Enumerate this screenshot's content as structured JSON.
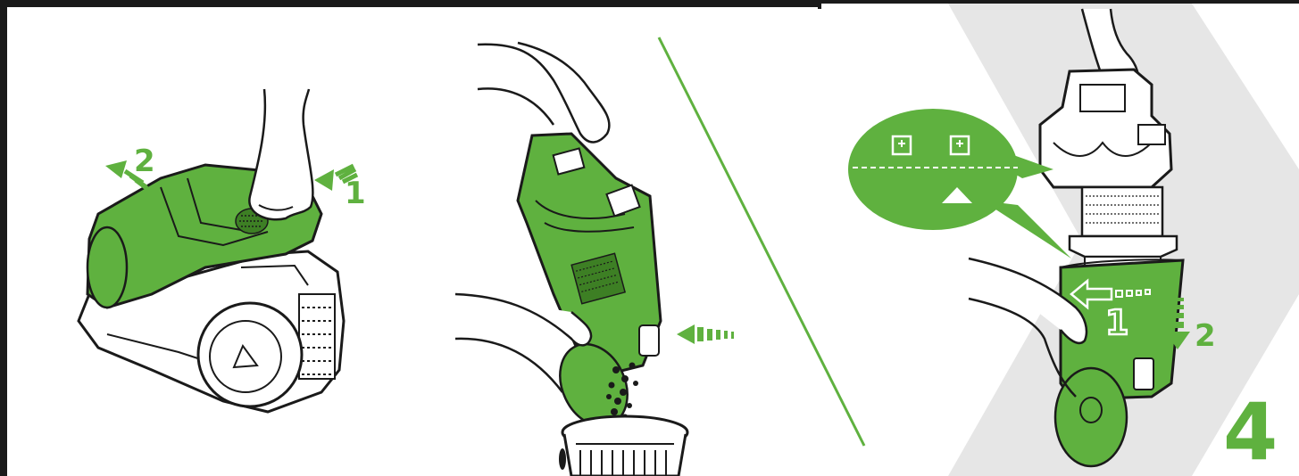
{
  "colors": {
    "green": "#5fb13f",
    "green_dark": "#3d7f24",
    "gray_bg": "#e6e6e6",
    "outline": "#1a1a1a",
    "white": "#ffffff"
  },
  "panel_1": {
    "arrow_1_label": "1",
    "arrow_2_label": "2"
  },
  "panel_2": {},
  "panel_3": {
    "arrow_1_label": "1",
    "arrow_2_label": "2"
  },
  "step": {
    "number": "4"
  }
}
